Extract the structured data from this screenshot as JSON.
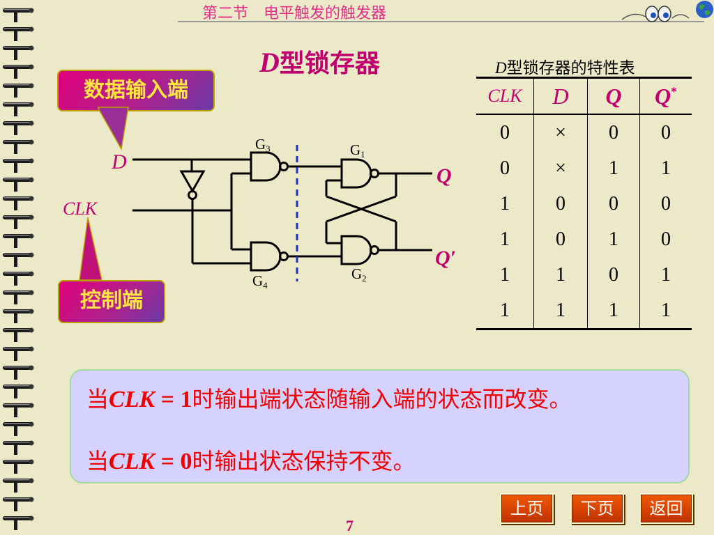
{
  "header": {
    "title": "第二节　电平触发的触发器"
  },
  "slide": {
    "title_letter": "D",
    "title_text": "型锁存器"
  },
  "callouts": {
    "data_input": "数据输入端",
    "control": "控制端"
  },
  "circuit": {
    "input_d": "D",
    "input_clk": "CLK",
    "output_q": "Q",
    "output_qn": "Q′",
    "gates": [
      {
        "id": "G3",
        "letter": "G",
        "sub": "3"
      },
      {
        "id": "G4",
        "letter": "G",
        "sub": "4"
      },
      {
        "id": "G1",
        "letter": "G",
        "sub": "1"
      },
      {
        "id": "G2",
        "letter": "G",
        "sub": "2"
      }
    ]
  },
  "table": {
    "caption_letter": "D",
    "caption_text": "型锁存器的特性表",
    "headers": [
      "CLK",
      "D",
      "Q",
      "Q"
    ],
    "header_sup": "*",
    "rows": [
      [
        "0",
        "×",
        "0",
        "0"
      ],
      [
        "0",
        "×",
        "1",
        "1"
      ],
      [
        "1",
        "0",
        "0",
        "0"
      ],
      [
        "1",
        "0",
        "1",
        "0"
      ],
      [
        "1",
        "1",
        "0",
        "1"
      ],
      [
        "1",
        "1",
        "1",
        "1"
      ]
    ]
  },
  "note": {
    "line1_pre": "当",
    "line1_expr": "CLK",
    "line1_eq": " = 1",
    "line1_post": "时输出端状态随输入端的状态而改变。",
    "line2_pre": "当",
    "line2_expr": "CLK",
    "line2_eq": " = 0",
    "line2_post": "时输出状态保持不变。"
  },
  "nav": {
    "prev": "上页",
    "next": "下页",
    "back": "返回"
  },
  "page_number": "7",
  "icons": [
    "binder-rings",
    "eyes-decoration-icon",
    "globe-icon"
  ]
}
